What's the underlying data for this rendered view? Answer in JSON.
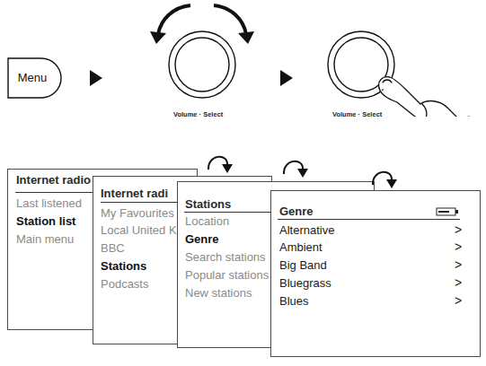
{
  "diagram": {
    "nodes": [
      {
        "text": [
          "Menu"
        ]
      },
      {
        "text": [
          "Internet radio",
          "Last listened",
          "Station list",
          "Main menu"
        ]
      },
      {
        "text": [
          "Internet radi",
          "My Favourites",
          "Local United K",
          "BBC",
          "Stations",
          "Podcasts"
        ]
      },
      {
        "text": [
          "Stations",
          "Location",
          "Genre",
          "Search stations",
          "Popular stations",
          "New stations"
        ]
      },
      {
        "text": [
          "Genre",
          "Alternative",
          ">",
          "Ambient",
          ">",
          "Big Band",
          ">",
          "Bluegrass",
          ">",
          "Blues",
          ">"
        ]
      }
    ],
    "labels": [
      "Volume · Select",
      "Volume · Select"
    ]
  }
}
